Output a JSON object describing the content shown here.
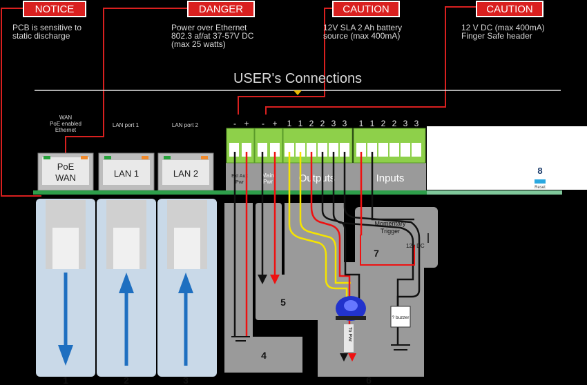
{
  "badges": {
    "notice": {
      "label": "NOTICE",
      "desc": [
        "PCB is sensitive to",
        "static discharge"
      ]
    },
    "danger": {
      "label": "DANGER",
      "desc": [
        "Power over Ethernet",
        "802.3 af/at 37-57V DC",
        "(max 25 watts)"
      ]
    },
    "caution1": {
      "label": "CAUTION",
      "desc": [
        "12V SLA 2 Ah battery",
        "source (max 400mA)"
      ]
    },
    "caution2": {
      "label": "CAUTION",
      "desc": [
        "12 V DC (max 400mA)",
        "Finger Safe header"
      ]
    }
  },
  "header_title": "USER's Connections",
  "port_captions": {
    "wan": [
      "WAN",
      "PoE enabled",
      "Ethernet"
    ],
    "lan1": [
      "LAN port 1"
    ],
    "lan2": [
      "LAN port 2"
    ]
  },
  "ports": {
    "wan": [
      "PoE",
      "WAN"
    ],
    "lan1": "LAN 1",
    "lan2": "LAN 2"
  },
  "terminal_pins": {
    "aux": [
      "-",
      "+"
    ],
    "main": [
      "-",
      "+"
    ],
    "outputs": [
      "1",
      "1",
      "2",
      "2",
      "3",
      "3"
    ],
    "inputs": [
      "1",
      "1",
      "2",
      "2",
      "3",
      "3"
    ]
  },
  "sections": {
    "aux": [
      "Ext Aux",
      "Pwr"
    ],
    "main": [
      "Main",
      "Pwr"
    ],
    "outputs": "Outputs",
    "inputs": "Inputs"
  },
  "reset": {
    "number": "8",
    "label": "Reset"
  },
  "numbers": [
    "1",
    "2",
    "3",
    "4",
    "5",
    "6",
    "7"
  ],
  "trigger_label": [
    "Momentary",
    "Trigger"
  ],
  "battery_label": "12v DC",
  "buzzer_label": "? buzzer",
  "to_pwr_label": "To Pwr",
  "colors": {
    "badge": "#d9201f",
    "green_board": "#2e9e4a",
    "terminal": "#8ed04a",
    "panel_blue": "#c9d9e8",
    "gray": "#9a9a9a",
    "arrow_blue": "#1e6fc0",
    "wire_red": "#e11",
    "wire_yellow": "#f5e400"
  }
}
